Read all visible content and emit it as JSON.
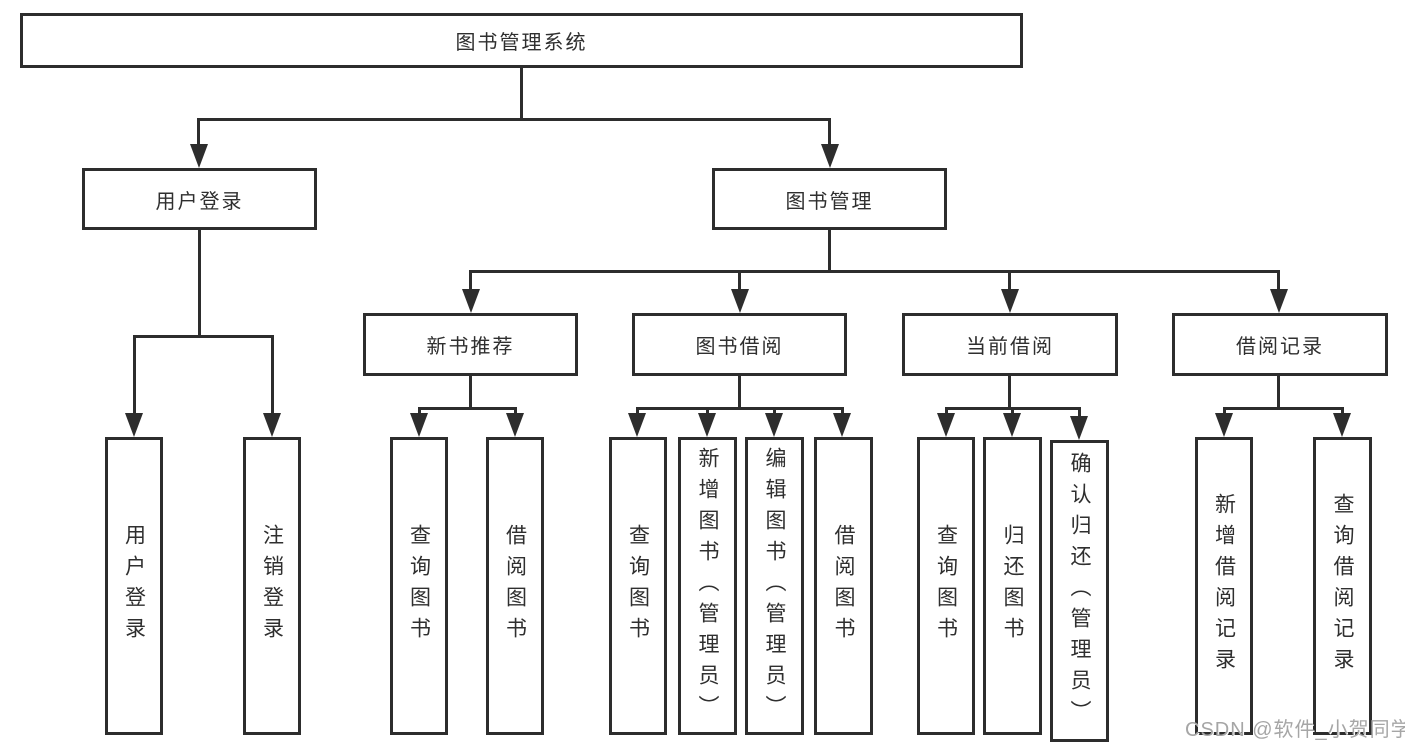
{
  "diagram": {
    "root": {
      "label": "图书管理系统"
    },
    "level2": [
      {
        "label": "用户登录"
      },
      {
        "label": "图书管理"
      }
    ],
    "level3": [
      {
        "label": "新书推荐"
      },
      {
        "label": "图书借阅"
      },
      {
        "label": "当前借阅"
      },
      {
        "label": "借阅记录"
      }
    ],
    "leaves": {
      "user_login": [
        "用户登录",
        "注销登录"
      ],
      "new_book": [
        "查询图书",
        "借阅图书"
      ],
      "book_borrow": [
        "查询图书",
        "新增图书（管理员）",
        "编辑图书（管理员）",
        "借阅图书"
      ],
      "current_borrow": [
        "查询图书",
        "归还图书",
        "确认归还（管理员）"
      ],
      "borrow_record": [
        "新增借阅记录",
        "查询借阅记录"
      ]
    },
    "watermark": "CSDN @软件_小贺同学",
    "colors": {
      "line": "#2d2d2d",
      "text": "#2f2f2f",
      "watermark": "#a6a6a6",
      "background": "#ffffff"
    }
  }
}
